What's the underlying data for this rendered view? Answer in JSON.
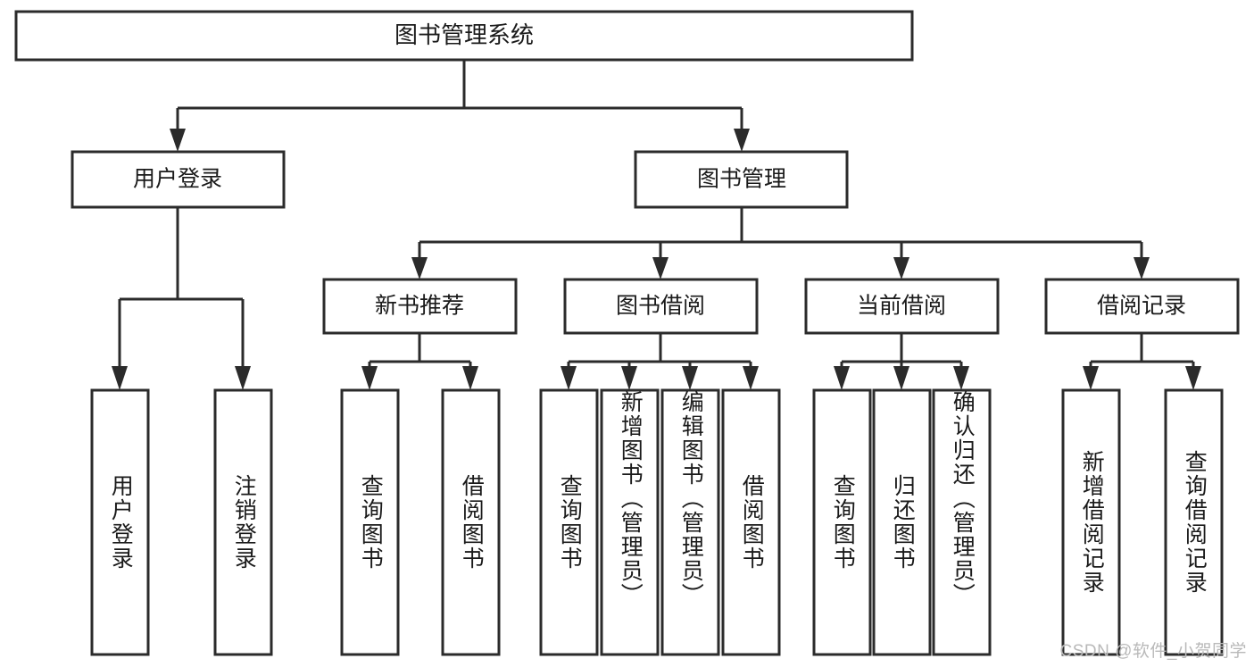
{
  "diagram": {
    "type": "tree",
    "title": "图书管理系统",
    "watermark": "CSDN @软件_小贺同学",
    "colors": {
      "stroke": "#2b2b2b",
      "fill": "#ffffff",
      "text": "#1a1a1a",
      "watermark": "#b9b9b9"
    },
    "root": {
      "label": "图书管理系统"
    },
    "level2": [
      {
        "label": "用户登录"
      },
      {
        "label": "图书管理"
      }
    ],
    "level3": [
      {
        "label": "新书推荐"
      },
      {
        "label": "图书借阅"
      },
      {
        "label": "当前借阅"
      },
      {
        "label": "借阅记录"
      }
    ],
    "leaves": {
      "user_login": [
        {
          "label": "用户登录"
        },
        {
          "label": "注销登录"
        }
      ],
      "new_book": [
        {
          "label": "查询图书"
        },
        {
          "label": "借阅图书"
        }
      ],
      "borrow": [
        {
          "label": "查询图书"
        },
        {
          "label": "新增图书（管理员）"
        },
        {
          "label": "编辑图书（管理员）"
        },
        {
          "label": "借阅图书"
        }
      ],
      "current": [
        {
          "label": "查询图书"
        },
        {
          "label": "归还图书"
        },
        {
          "label": "确认归还（管理员）"
        }
      ],
      "records": [
        {
          "label": "新增借阅记录"
        },
        {
          "label": "查询借阅记录"
        }
      ]
    }
  }
}
